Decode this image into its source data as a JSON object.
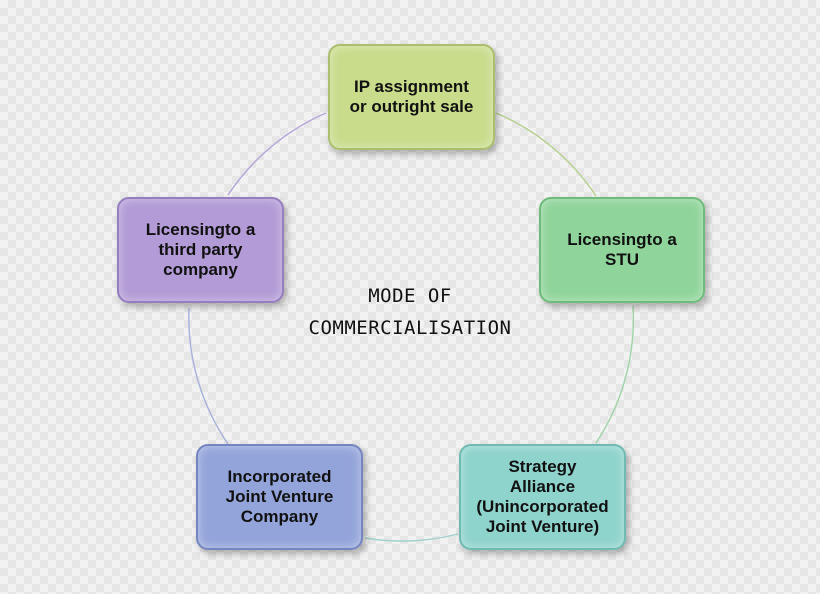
{
  "diagram": {
    "center_title_line1": "MODE OF",
    "center_title_line2": "COMMERCIALISATION",
    "nodes": [
      {
        "label": "IP assignment\nor outright sale",
        "color": "#c8dc8c",
        "border": "#aabe6e"
      },
      {
        "label": "Licensingto a\nSTU",
        "color": "#8fd49a",
        "border": "#6fbb7b"
      },
      {
        "label": "Strategy\nAlliance\n(Unincorporated\nJoint Venture)",
        "color": "#8ed3cc",
        "border": "#6fbab2"
      },
      {
        "label": "Incorporated\nJoint Venture\nCompany",
        "color": "#93a4da",
        "border": "#7485c0"
      },
      {
        "label": "Licensingto a\nthird party\ncompany",
        "color": "#b29bd6",
        "border": "#957dbe"
      }
    ],
    "ring_colors": [
      "#b4cf8a",
      "#9fd4a6",
      "#9fd0cb",
      "#a6b1dc",
      "#b5a5d8"
    ]
  }
}
